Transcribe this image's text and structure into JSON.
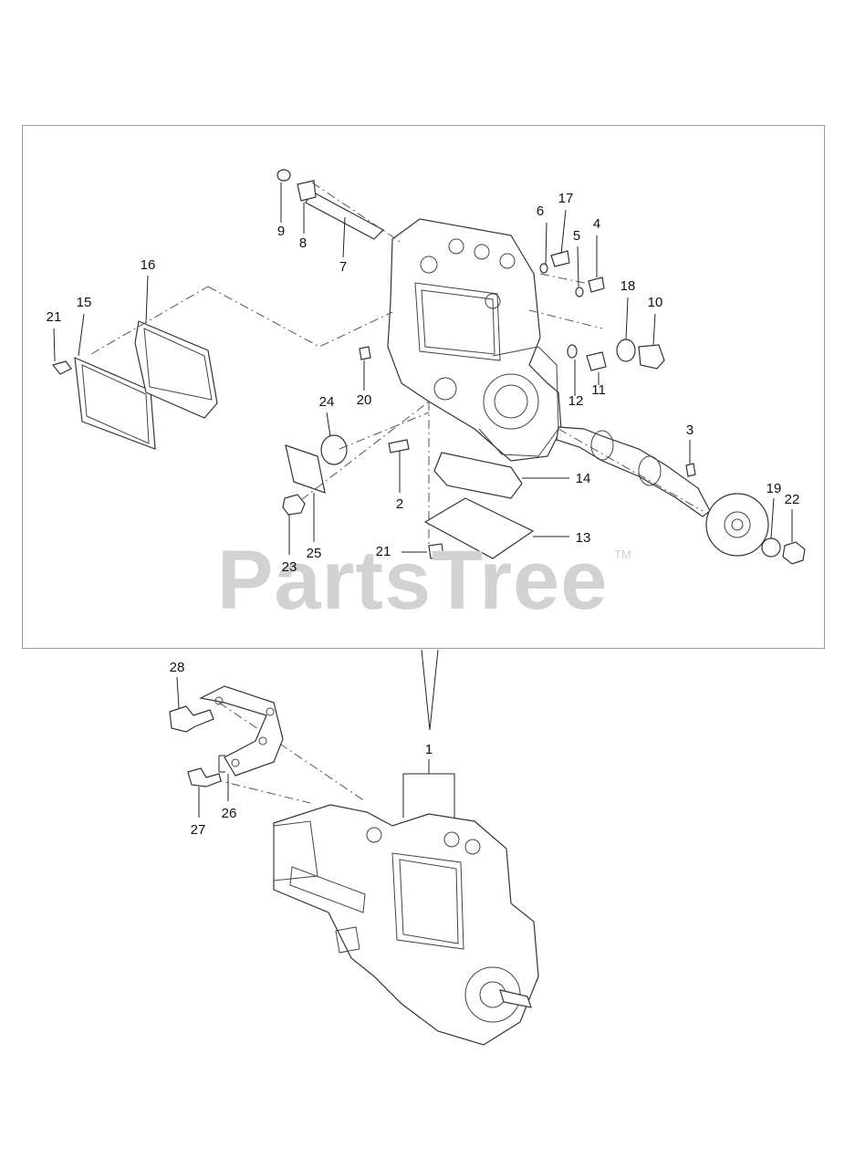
{
  "watermark": {
    "text": "PartsTree",
    "tm": "TM"
  },
  "callouts": {
    "c1": "1",
    "c2": "2",
    "c3": "3",
    "c4": "4",
    "c5": "5",
    "c6": "6",
    "c7": "7",
    "c8": "8",
    "c9": "9",
    "c10": "10",
    "c11": "11",
    "c12": "12",
    "c13": "13",
    "c14": "14",
    "c15": "15",
    "c16": "16",
    "c17": "17",
    "c18": "18",
    "c19": "19",
    "c20": "20",
    "c21a": "21",
    "c21b": "21",
    "c22": "22",
    "c23": "23",
    "c24": "24",
    "c25": "25",
    "c26": "26",
    "c27": "27",
    "c28": "28"
  }
}
